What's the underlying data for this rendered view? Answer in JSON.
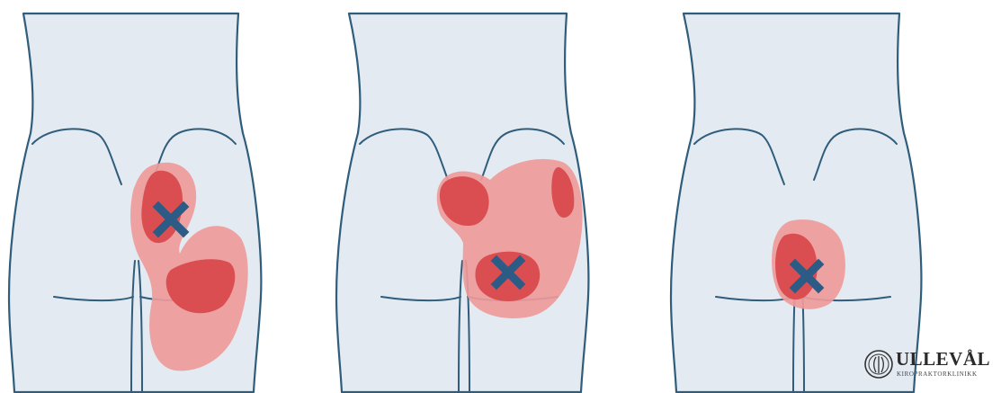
{
  "figures": [
    {
      "id": "figure-1",
      "pain_pattern": "sacroiliac-buttock-thigh"
    },
    {
      "id": "figure-2",
      "pain_pattern": "buttock-hip-lateral"
    },
    {
      "id": "figure-3",
      "pain_pattern": "sacral-central"
    }
  ],
  "logo": {
    "name": "ULLEVÅL",
    "subtitle": "KIROPRAKTORKLINIKK"
  },
  "colors": {
    "skin": "#e3eaf1",
    "outline": "#2f5d7b",
    "pain_light": "#ee9a9a",
    "pain_dark": "#d94a4e",
    "marker": "#2c5b86"
  }
}
